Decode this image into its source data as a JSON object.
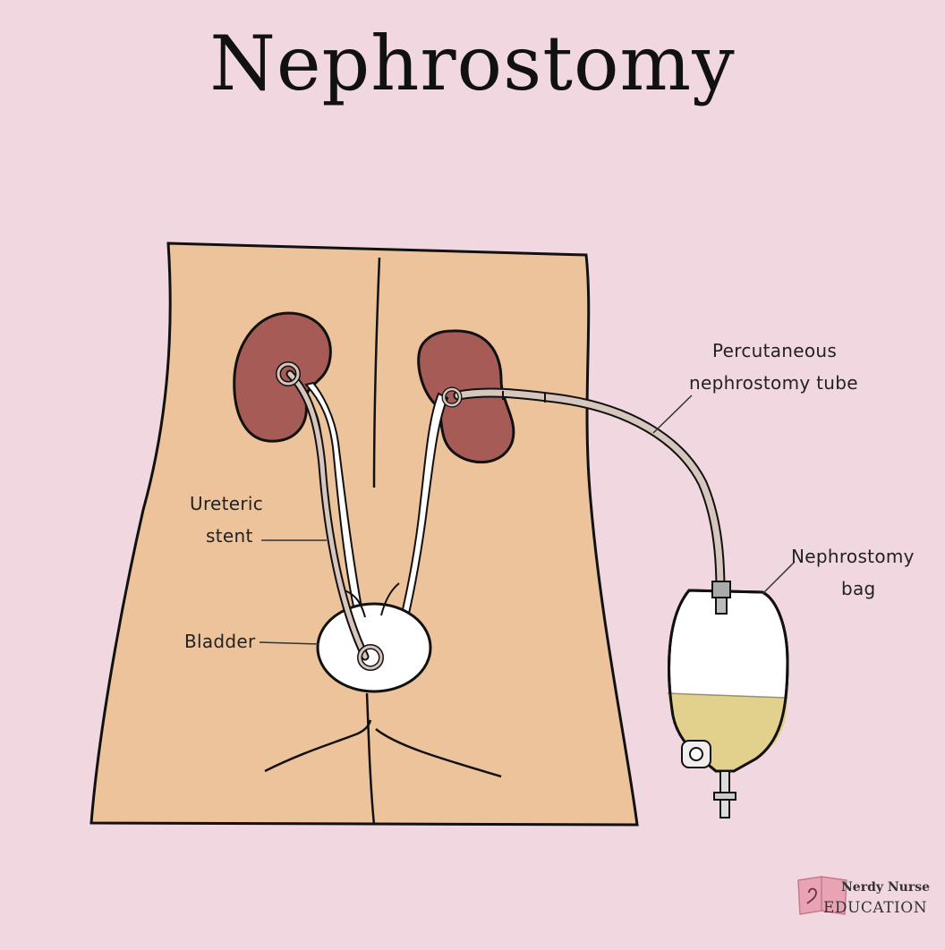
{
  "title": "Nephrostomy",
  "labels": {
    "tube_line1": "Percutaneous",
    "tube_line2": "nephrostomy tube",
    "bag_line1": "Nephrostomy",
    "bag_line2": "bag",
    "stent_line1": "Ureteric",
    "stent_line2": "stent",
    "bladder": "Bladder"
  },
  "logo": {
    "line1": "Nerdy Nurse",
    "line2": "EDUCATION"
  },
  "colors": {
    "background": "#f1d8e0",
    "skin": "#edc39b",
    "kidney": "#a65b56",
    "tube": "#d7c6bd",
    "urine": "#e2d18c",
    "outline": "#111111"
  }
}
